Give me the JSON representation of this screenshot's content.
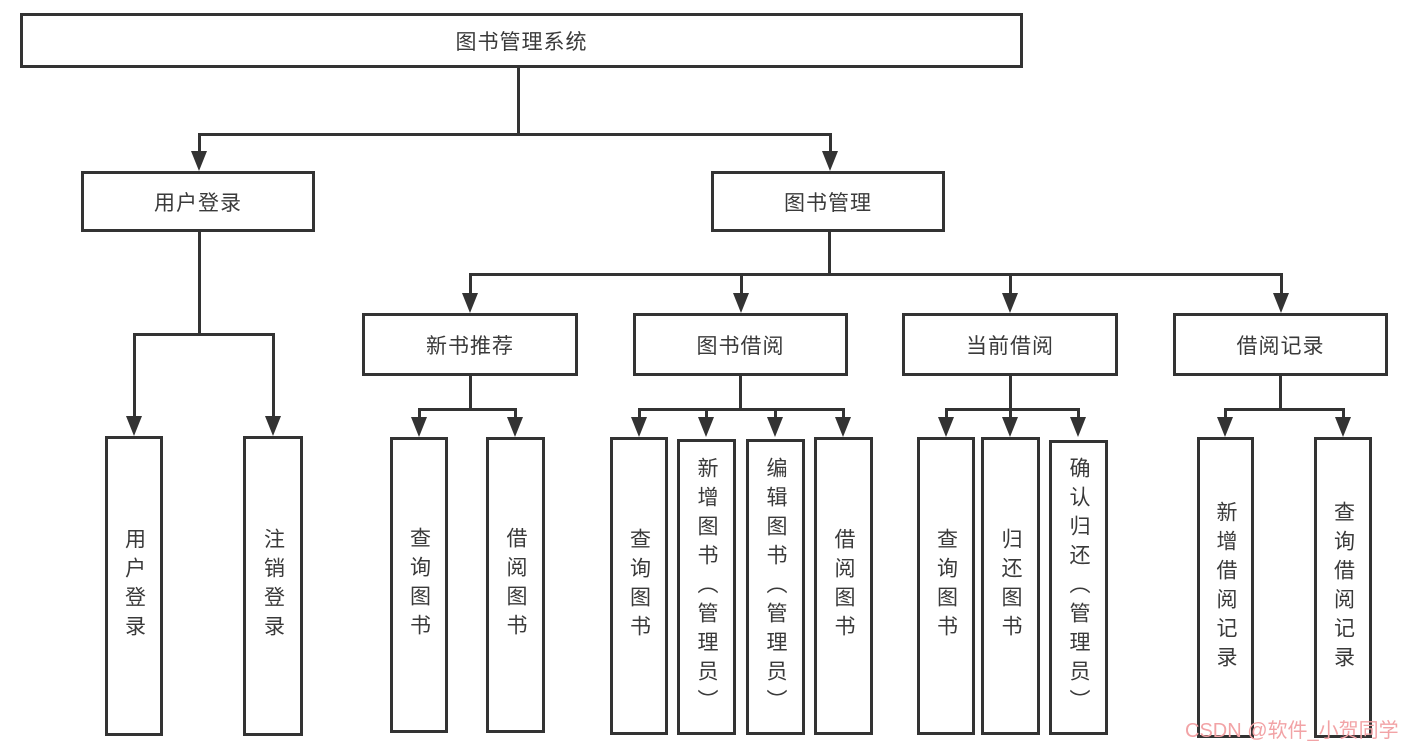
{
  "diagram": {
    "root": {
      "label": "图书管理系统"
    },
    "level1": {
      "user_login": {
        "label": "用户登录"
      },
      "book_mgmt": {
        "label": "图书管理"
      }
    },
    "level2": {
      "new_book": {
        "label": "新书推荐"
      },
      "book_borrow": {
        "label": "图书借阅"
      },
      "current_borrow": {
        "label": "当前借阅"
      },
      "borrow_records": {
        "label": "借阅记录"
      }
    },
    "leaves": [
      "用户登录",
      "注销登录",
      "查询图书",
      "借阅图书",
      "查询图书",
      "新增图书（管理员）",
      "编辑图书（管理员）",
      "借阅图书",
      "查询图书",
      "归还图书",
      "确认归还（管理员）",
      "新增借阅记录",
      "查询借阅记录"
    ]
  },
  "watermark": {
    "text": "CSDN @软件_小贺同学"
  },
  "colors": {
    "line": "#333333",
    "text": "#3a3a3a",
    "background": "#ffffff",
    "watermark": "#f2a3a6"
  }
}
